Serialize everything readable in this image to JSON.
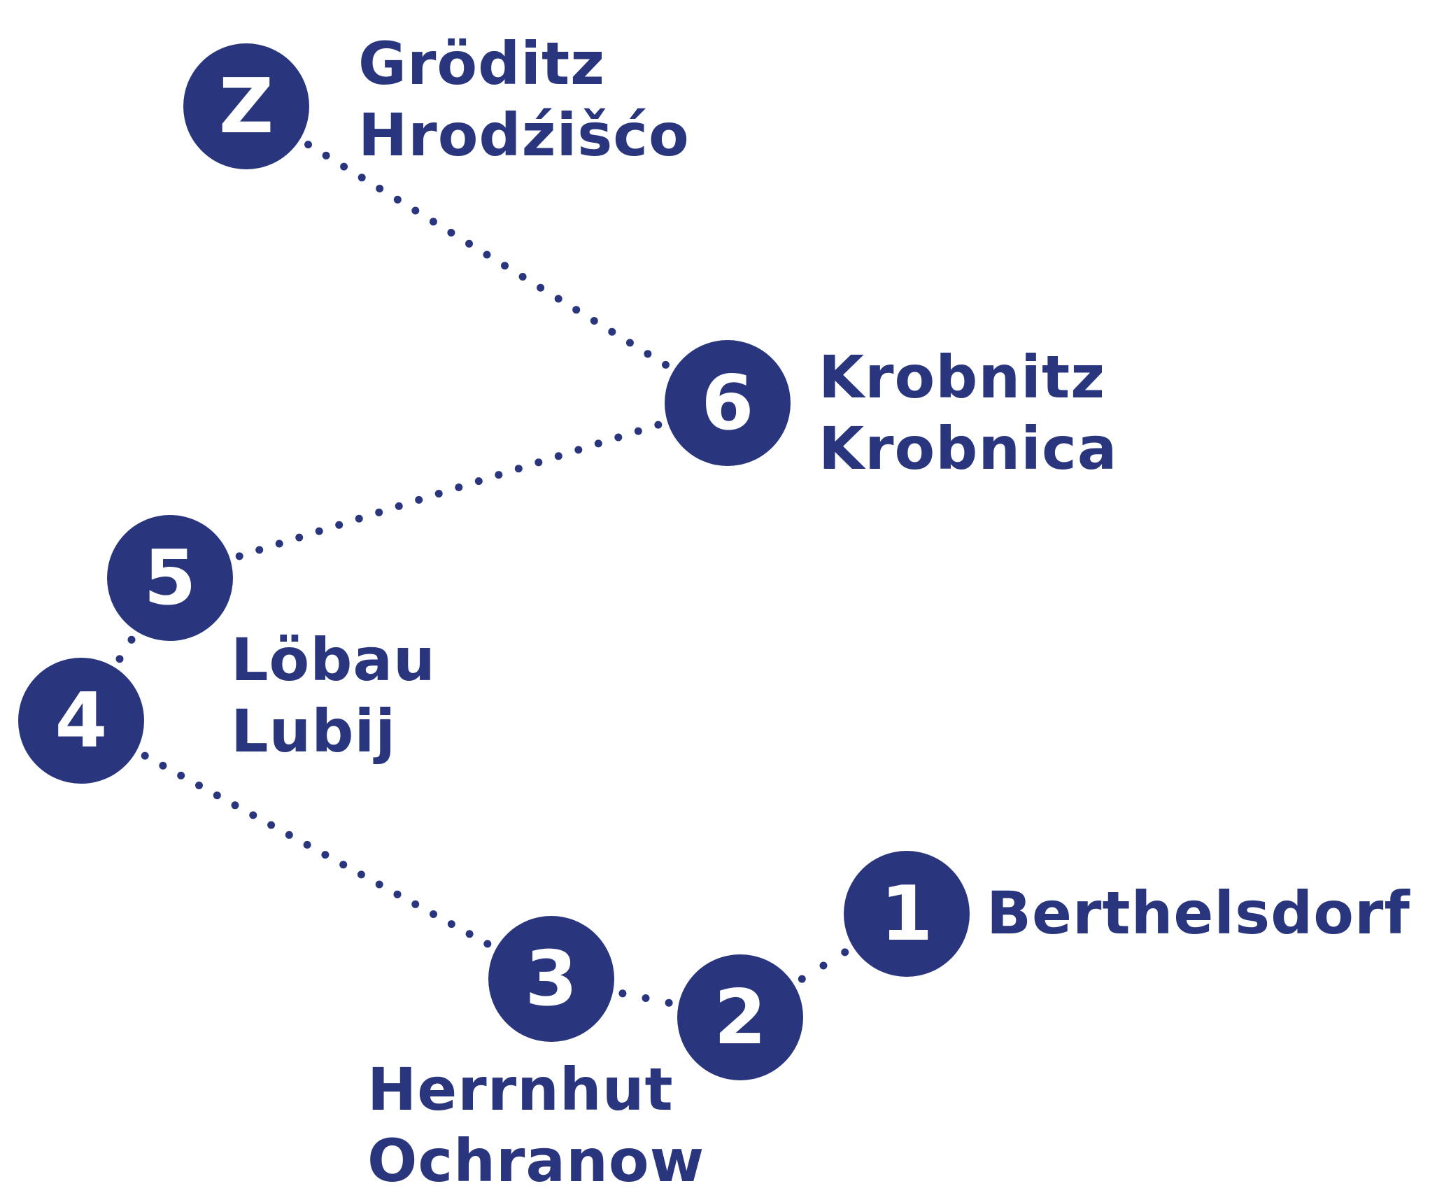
{
  "colors": {
    "primary": "#29367e",
    "marker_text": "#ffffff",
    "background": "#ffffff"
  },
  "stops": [
    {
      "id": "z",
      "number": "Z",
      "names": [
        "Gröditz",
        "Hrodźišćo"
      ]
    },
    {
      "id": "6",
      "number": "6",
      "names": [
        "Krobnitz",
        "Krobnica"
      ]
    },
    {
      "id": "5",
      "number": "5",
      "names": []
    },
    {
      "id": "4",
      "number": "4",
      "names": [
        "Löbau",
        "Lubij"
      ]
    },
    {
      "id": "3",
      "number": "3",
      "names": [
        "Herrnhut",
        "Ochranow"
      ]
    },
    {
      "id": "2",
      "number": "2",
      "names": []
    },
    {
      "id": "1",
      "number": "1",
      "names": [
        "Berthelsdorf"
      ]
    }
  ]
}
